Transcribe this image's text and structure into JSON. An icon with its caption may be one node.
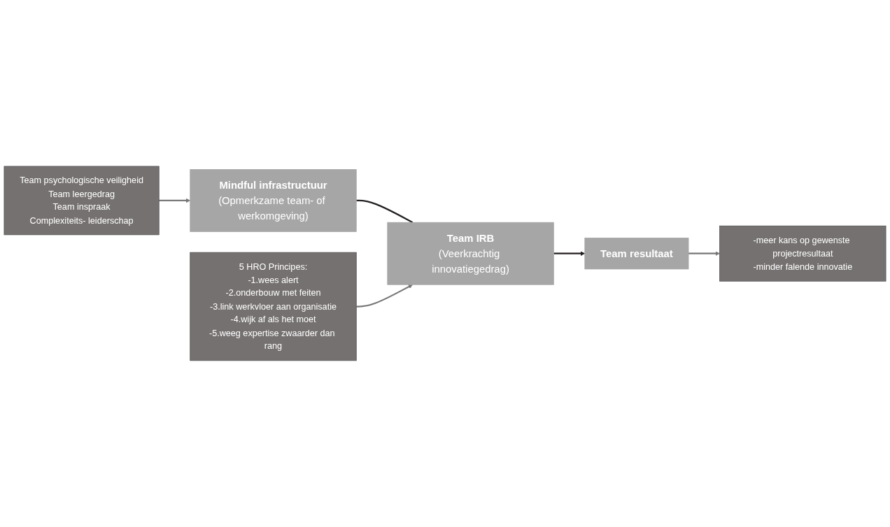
{
  "diagram": {
    "nodes": [
      {
        "text": [
          "Mindful infrastructuur",
          "(Opmerkzame team- of werkomgeving)"
        ]
      },
      {
        "text": [
          "Team IRB",
          "(Veerkrachtig innovatiegedrag)"
        ]
      },
      {
        "text": [
          "Team resultaat"
        ]
      },
      {
        "text": [
          "Team psychologische veiligheid",
          "Team leergedrag",
          "Team inspraak",
          "Complexiteits- leiderschap"
        ]
      },
      {
        "text": [
          "5 HRO Principes:",
          "-1.wees alert",
          "-2.onderbouw met feiten",
          "-3.link werkvloer aan organisatie",
          "-4.wijk af als het moet",
          "-5.weeg expertise zwaarder dan rang"
        ]
      },
      {
        "text": [
          "-meer kans op gewenste projectresultaat",
          "-minder falende innovatie"
        ]
      }
    ],
    "edges": [
      {
        "from": 0,
        "to": 1,
        "arrow": "none",
        "color": "#231f20"
      },
      {
        "from": 1,
        "to": 2,
        "arrow": "to",
        "color": "#231f20"
      },
      {
        "from": 3,
        "to": 0,
        "arrow": "to"
      },
      {
        "from": 4,
        "to": 1,
        "arrow": "to"
      },
      {
        "from": 2,
        "to": 5,
        "arrow": "to"
      }
    ]
  }
}
